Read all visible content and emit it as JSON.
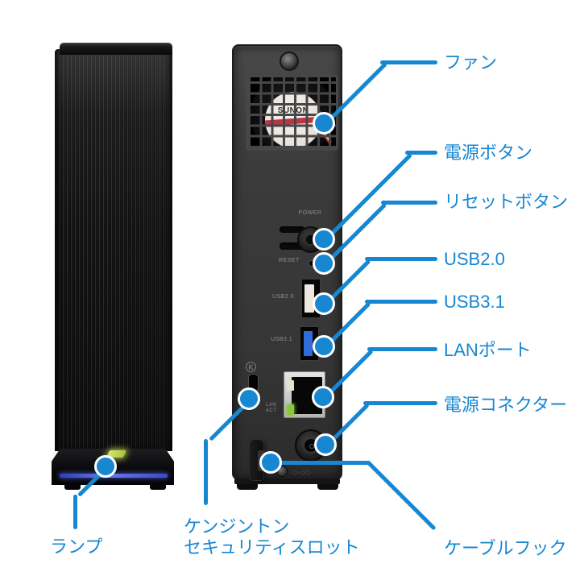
{
  "figure": {
    "description_type": "hardware-annotation-diagram",
    "accent_color": "#1787d2",
    "background_color": "#ffffff"
  },
  "callouts": {
    "fan": {
      "label": "ファン"
    },
    "power_button": {
      "label": "電源ボタン"
    },
    "reset_button": {
      "label": "リセットボタン"
    },
    "usb2": {
      "label": "USB2.0"
    },
    "usb3": {
      "label": "USB3.1"
    },
    "lan": {
      "label": "LANポート"
    },
    "power_connector": {
      "label": "電源コネクター"
    },
    "cable_hook": {
      "label": "ケーブルフック"
    },
    "kensington": {
      "line1": "ケンジントン",
      "line2": "セキュリティスロット"
    },
    "lamp": {
      "label": "ランプ"
    }
  },
  "rear_panel_prints": {
    "power": "POWER",
    "reset": "RESET",
    "usb2": "USB2.0",
    "usb3": "USB3.1",
    "lan_line1": "LAN",
    "lan_line2": "ACT",
    "fan_brand": "SUNON",
    "kensington_logo": "K"
  },
  "indicator_colors": {
    "lamp_led": "#b5cc41",
    "base_glow_stripe": "#4558d6",
    "usb3_tab": "#2f6cd8",
    "usb2_tab": "#ece8e0",
    "lan_led_link": "#e6e2cf",
    "lan_led_active": "#8cc63f"
  }
}
